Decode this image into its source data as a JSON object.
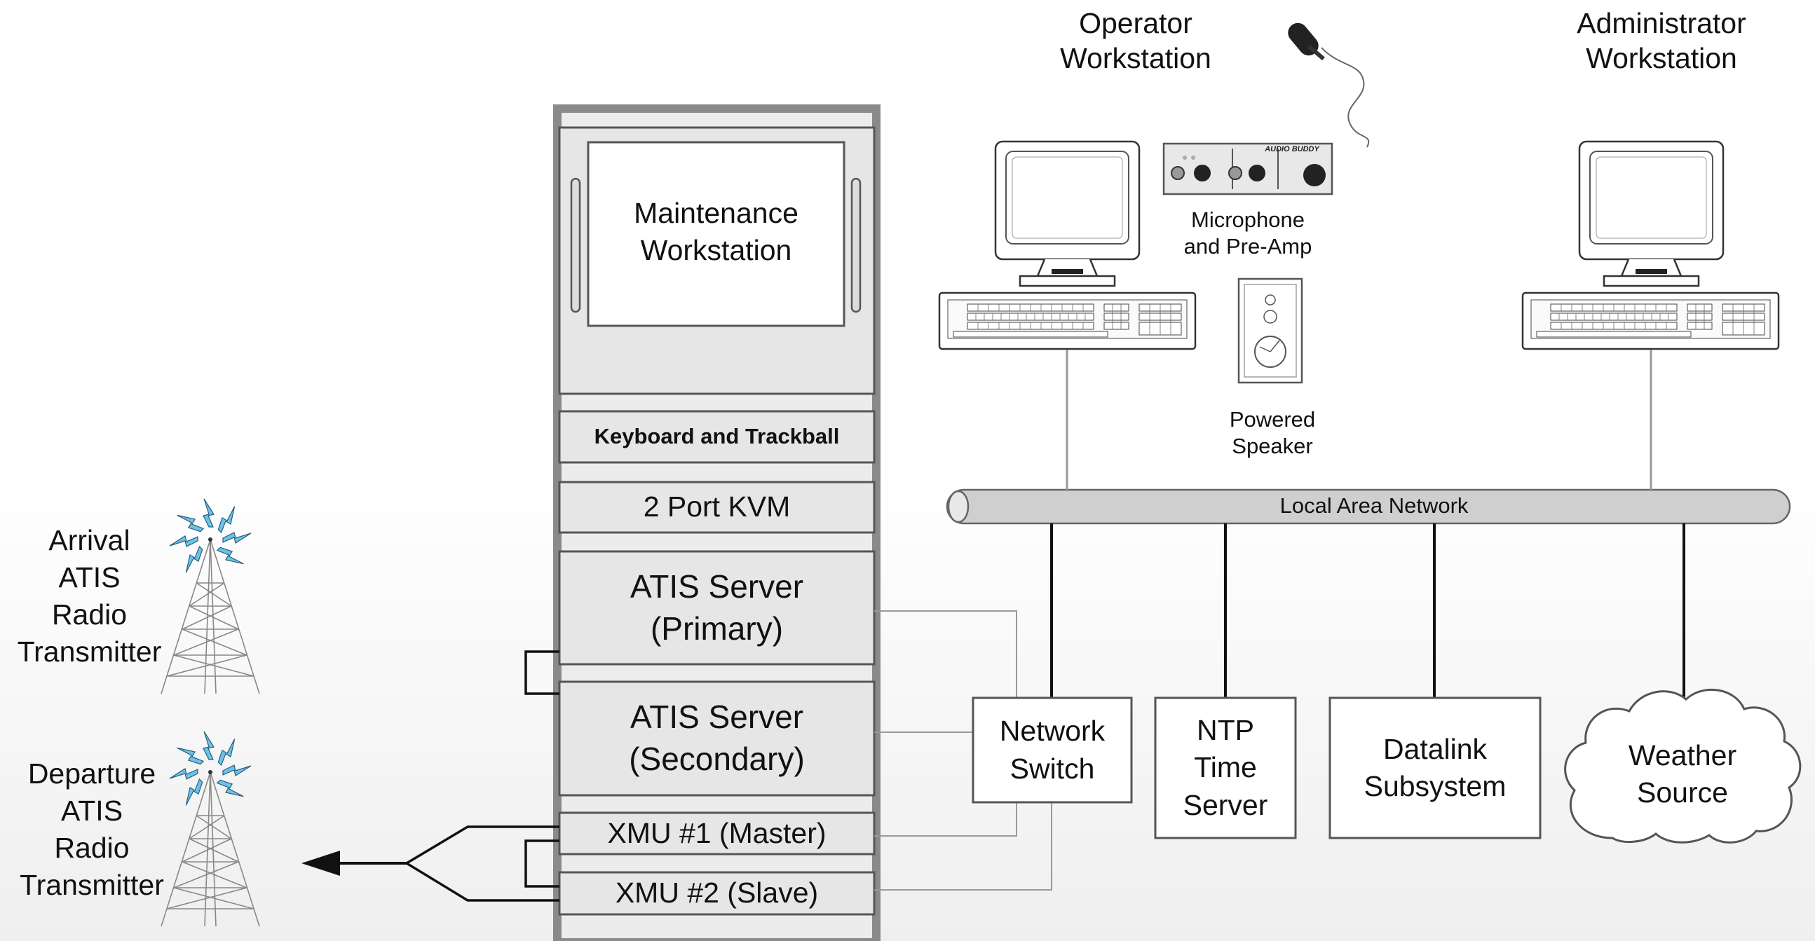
{
  "operator_ws": "Operator\nWorkstation",
  "admin_ws": "Administrator\nWorkstation",
  "mic": "Microphone\nand Pre-Amp",
  "audio_buddy": "AUDIO BUDDY",
  "speaker": "Powered\nSpeaker",
  "lan": "Local Area Network",
  "rack": {
    "maint": "Maintenance\nWorkstation",
    "keyboard": "Keyboard and Trackball",
    "kvm": "2 Port KVM",
    "server_primary": "ATIS Server\n(Primary)",
    "server_secondary": "ATIS Server\n(Secondary)",
    "xmu1": "XMU #1 (Master)",
    "xmu2": "XMU #2 (Slave)"
  },
  "network_switch": "Network\nSwitch",
  "ntp": "NTP\nTime\nServer",
  "datalink": "Datalink\nSubsystem",
  "weather": "Weather\nSource",
  "arrival": "Arrival\nATIS\nRadio\nTransmitter",
  "departure": "Departure\nATIS\nRadio\nTransmitter"
}
